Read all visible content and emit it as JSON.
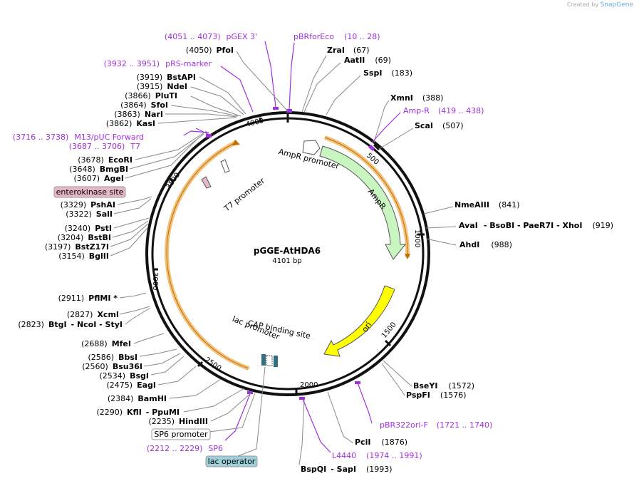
{
  "credit": {
    "prefix": "Created by",
    "brand": "SnapGene"
  },
  "plasmid": {
    "name": "pGGE-AtHDA6",
    "length": "4101 bp"
  },
  "ticks": [
    "500",
    "1000",
    "1500",
    "2000",
    "2500",
    "3000",
    "3500",
    "4000"
  ],
  "sites_right": [
    {
      "name": "ZraI",
      "pos": "(67)"
    },
    {
      "name": "AatII",
      "pos": "(69)"
    },
    {
      "name": "SspI",
      "pos": "(183)"
    },
    {
      "name": "XmnI",
      "pos": "(388)"
    },
    {
      "name": "ScaI",
      "pos": "(507)"
    },
    {
      "name": "NmeAIII",
      "pos": "(841)"
    },
    {
      "name": "AvaI",
      "extra": "- BsoBI   - PaeR7I   - XhoI",
      "pos": "(919)"
    },
    {
      "name": "AhdI",
      "pos": "(988)"
    },
    {
      "name": "BseYI",
      "pos": "(1572)"
    },
    {
      "name": "PspFI",
      "pos": "(1576)"
    },
    {
      "name": "PciI",
      "pos": "(1876)"
    },
    {
      "name": "BspQI",
      "extra": "- SapI",
      "pos": "(1993)"
    }
  ],
  "sites_left": [
    {
      "name": "PfoI",
      "pos": "(4050)"
    },
    {
      "name": "BstAPI",
      "pos": "(3919)"
    },
    {
      "name": "NdeI",
      "pos": "(3915)"
    },
    {
      "name": "PluTI",
      "pos": "(3866)"
    },
    {
      "name": "SfoI",
      "pos": "(3864)"
    },
    {
      "name": "NarI",
      "pos": "(3863)"
    },
    {
      "name": "KasI",
      "pos": "(3862)"
    },
    {
      "name": "EcoRI",
      "pos": "(3678)"
    },
    {
      "name": "BmgBI",
      "pos": "(3648)"
    },
    {
      "name": "AgeI",
      "pos": "(3607)"
    },
    {
      "name": "PshAI",
      "pos": "(3329)"
    },
    {
      "name": "SalI",
      "pos": "(3322)"
    },
    {
      "name": "PstI",
      "pos": "(3240)"
    },
    {
      "name": "BstBI",
      "pos": "(3204)"
    },
    {
      "name": "BstZ17I",
      "pos": "(3197)"
    },
    {
      "name": "BglII",
      "pos": "(3154)"
    },
    {
      "name": "PflMI *",
      "pos": "(2911)"
    },
    {
      "name": "XcmI",
      "pos": "(2827)"
    },
    {
      "name": "BtgI",
      "extra": "- NcoI   - StyI",
      "pos": "(2823)"
    },
    {
      "name": "MfeI",
      "pos": "(2688)"
    },
    {
      "name": "BbsI",
      "pos": "(2586)"
    },
    {
      "name": "Bsu36I",
      "pos": "(2560)"
    },
    {
      "name": "BsgI",
      "pos": "(2534)"
    },
    {
      "name": "EagI",
      "pos": "(2475)"
    },
    {
      "name": "BamHI",
      "pos": "(2384)"
    },
    {
      "name": "KflI",
      "extra": "- PpuMI",
      "pos": "(2290)"
    },
    {
      "name": "HindIII",
      "pos": "(2235)"
    }
  ],
  "primers": [
    {
      "name": "pGEX 3'",
      "range": "(4051 .. 4073)"
    },
    {
      "name": "pBRforEco",
      "range": "(10 .. 28)"
    },
    {
      "name": "pRS-marker",
      "range": "(3932 .. 3951)"
    },
    {
      "name": "Amp-R",
      "range": "(419 .. 438)"
    },
    {
      "name": "M13/pUC Forward",
      "range": "(3716 .. 3738)"
    },
    {
      "name": "T7",
      "range": "(3687 .. 3706)"
    },
    {
      "name": "pBR322ori-F",
      "range": "(1721 .. 1740)"
    },
    {
      "name": "L4440",
      "range": "(1974 .. 1991)"
    },
    {
      "name": "SP6",
      "range": "(2212 .. 2229)"
    }
  ],
  "boxed_features": [
    {
      "name": "enterokinase site",
      "color": "#e4b8c4"
    },
    {
      "name": "SP6 promoter",
      "color": "#ffffff"
    },
    {
      "name": "lac operator",
      "color": "#9ed0dc"
    }
  ],
  "features": {
    "ampr_promoter": "AmpR promoter",
    "ampr": "AmpR",
    "ori": "ori",
    "cap": "CAP binding site",
    "lac_promoter": "lac promoter",
    "t7_promoter": "T7 promoter"
  },
  "colors": {
    "primer": "#a030e0",
    "ampr": "#c8f5c0",
    "ori": "#ffff00",
    "orange_arc": "#f2c27c",
    "lac_operator": "#2f6f80"
  }
}
